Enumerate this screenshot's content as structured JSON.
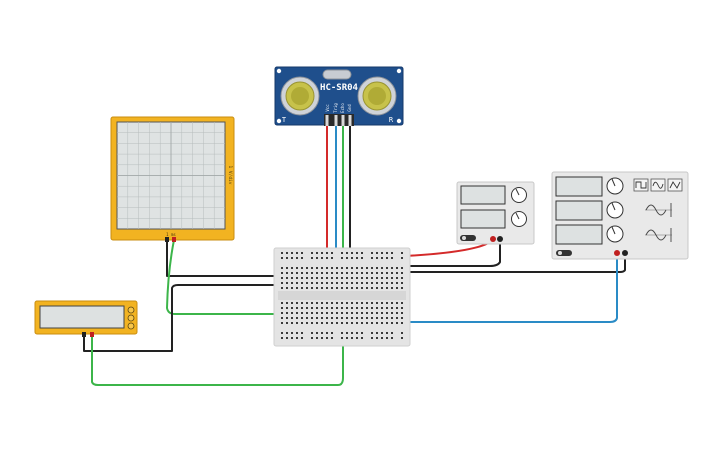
{
  "sensor": {
    "label": "HC-SR04",
    "left_mark": "T",
    "right_mark": "R",
    "pins": [
      "Vcc",
      "Trig",
      "Echo",
      "Gnd"
    ]
  },
  "oscilloscope": {
    "side_label": "1 V/div",
    "bottom_label": "1 ms"
  },
  "colors": {
    "wire_red": "#d42a2a",
    "wire_black": "#222222",
    "wire_green": "#3cb54a",
    "wire_blue": "#2a8bc6",
    "instrument_yellow": "#f2b321",
    "sensor_blue": "#1f4f8c"
  }
}
